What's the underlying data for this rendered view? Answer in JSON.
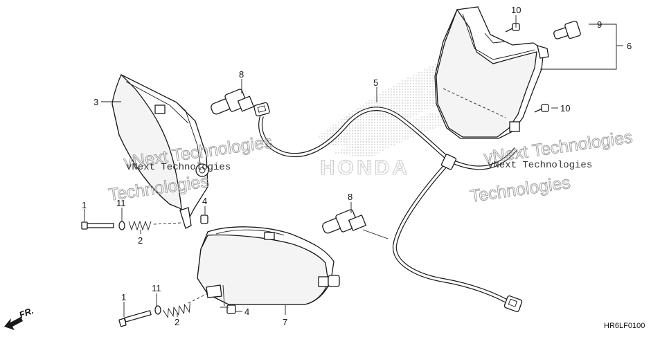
{
  "diagram": {
    "code": "HR6LF0100",
    "direction_label": "FR.",
    "brand_mark": "HONDA",
    "watermarks": [
      {
        "small": "vNext Technologies",
        "large": "Technologies"
      },
      {
        "small": "vNext Technologies",
        "large": "Technologies"
      }
    ],
    "callouts": {
      "c1a": "1",
      "c1b": "1",
      "c2a": "2",
      "c2b": "2",
      "c3": "3",
      "c4a": "4",
      "c4b": "4",
      "c5": "5",
      "c6": "6",
      "c7": "7",
      "c8a": "8",
      "c8b": "8",
      "c9": "9",
      "c10a": "10",
      "c10b": "10",
      "c11a": "11",
      "c11b": "11"
    }
  }
}
